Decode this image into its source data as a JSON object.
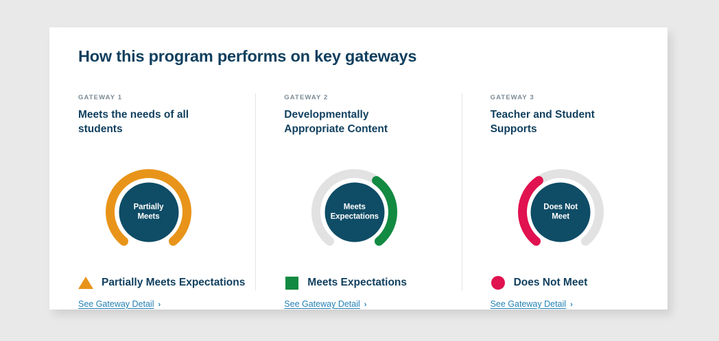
{
  "page": {
    "background_color": "#e9e9e9",
    "card_background": "#ffffff",
    "title": "How this program performs on key gateways"
  },
  "colors": {
    "navy": "#103f5e",
    "hub_navy": "#0f4c66",
    "orange": "#e8941a",
    "green": "#128a42",
    "crimson": "#e0124f",
    "track_gray": "#e2e2e2",
    "link_blue": "#2180b4",
    "eyebrow_gray": "#7b8a94",
    "divider_gray": "#e4e4e4"
  },
  "columns": [
    {
      "eyebrow": "GATEWAY 1",
      "heading": "Meets the needs of all students",
      "gauge": {
        "hub_label": "Partially Meets",
        "arc_color": "#e8941a",
        "track_color": "#e2e2e2",
        "filled_start_deg": -140,
        "filled_end_deg": 140,
        "rating": "Partially Meets Expectations"
      },
      "legend": {
        "icon": "triangle-icon",
        "icon_color": "#e8941a",
        "label": "Partially Meets Expectations"
      },
      "link": {
        "label": "See Gateway Detail",
        "chevron": "›"
      }
    },
    {
      "eyebrow": "GATEWAY 2",
      "heading": "Developmentally Appropriate Content",
      "gauge": {
        "hub_label": "Meets Expectations",
        "arc_color": "#128a42",
        "track_color": "#e2e2e2",
        "filled_start_deg": 35,
        "filled_end_deg": 140,
        "rating": "Meets Expectations"
      },
      "legend": {
        "icon": "square-icon",
        "icon_color": "#128a42",
        "label": "Meets Expectations"
      },
      "link": {
        "label": "See Gateway Detail",
        "chevron": "›"
      }
    },
    {
      "eyebrow": "GATEWAY 3",
      "heading": "Teacher and Student Supports",
      "gauge": {
        "hub_label": "Does Not Meet",
        "arc_color": "#e0124f",
        "track_color": "#e2e2e2",
        "filled_start_deg": -140,
        "filled_end_deg": -35,
        "rating": "Does Not Meet"
      },
      "legend": {
        "icon": "circle-icon",
        "icon_color": "#e0124f",
        "label": "Does Not Meet"
      },
      "link": {
        "label": "See Gateway Detail",
        "chevron": "›"
      }
    }
  ]
}
